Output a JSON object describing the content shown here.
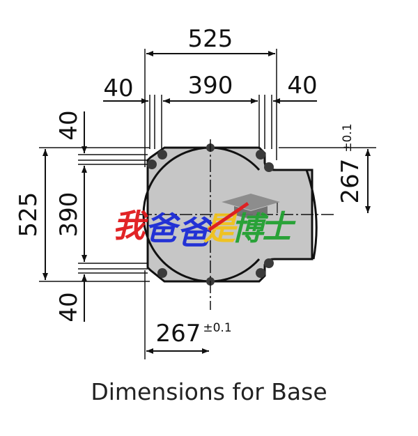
{
  "dimensions": {
    "width_overall": "525",
    "width_holes": "390",
    "width_left_offset": "40",
    "width_right_offset": "40",
    "height_overall": "525",
    "height_holes": "390",
    "height_top_offset": "40",
    "height_bottom_offset": "40",
    "center_right": "267",
    "center_bottom": "267",
    "tolerance_right": "±0.1",
    "tolerance_bottom": "±0.1"
  },
  "caption": "Dimensions for Base",
  "watermark": {
    "chars": [
      "我",
      "爸",
      "爸",
      "是",
      "博",
      "士"
    ],
    "colors": [
      "#e0191b",
      "#1b2bd6",
      "#1b2bd6",
      "#f2c21a",
      "#21a131",
      "#21a131"
    ]
  },
  "colors": {
    "base_fill": "#c8c8c8",
    "line": "#111111",
    "bolt": "#3a3a3a"
  }
}
